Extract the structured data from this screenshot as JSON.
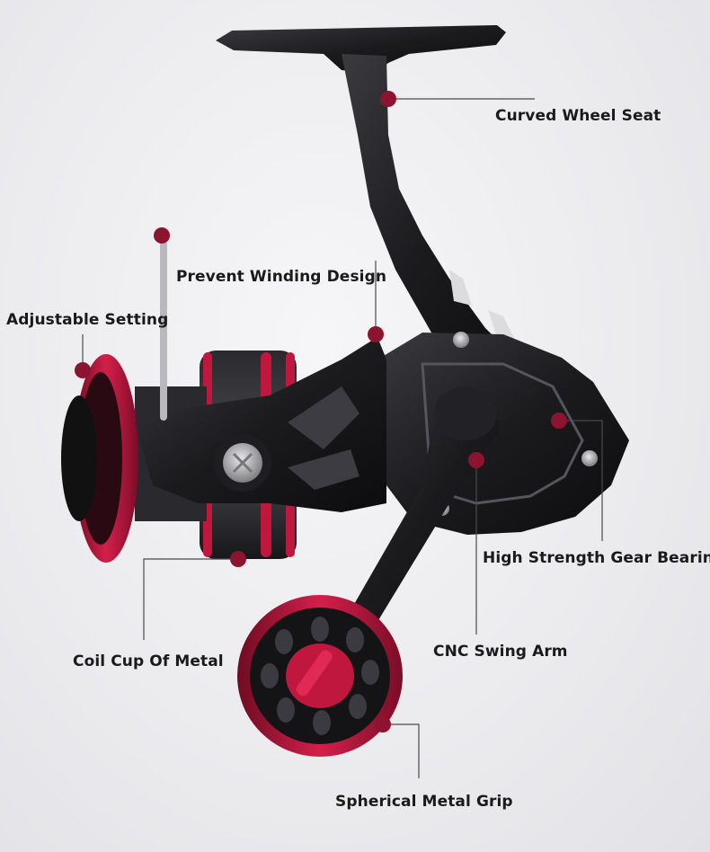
{
  "callouts": {
    "curved_wheel_seat": "Curved Wheel Seat",
    "prevent_winding": "Prevent Winding Design",
    "adjustable_setting": "Adjustable Setting",
    "high_strength_gear": "High Strength Gear Bearing",
    "coil_cup": "Coil Cup Of Metal",
    "cnc_swing_arm": "CNC Swing Arm",
    "spherical_grip": "Spherical Metal Grip"
  },
  "colors": {
    "accent_red": "#c0173f",
    "dot_red": "#8c1430",
    "body_black": "#1c1c1f",
    "background": "#ececef"
  }
}
